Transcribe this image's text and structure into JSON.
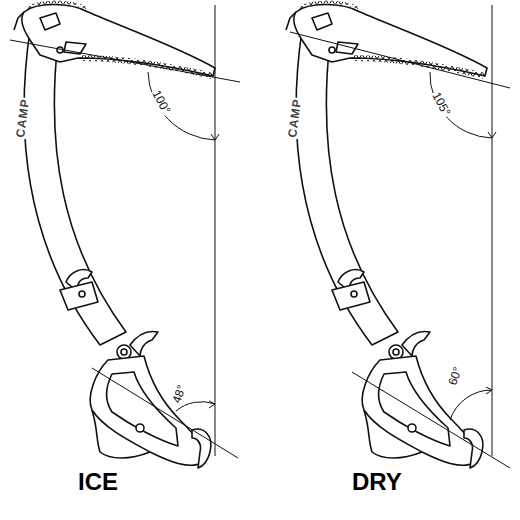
{
  "diagram": {
    "labels": [
      "CAMP",
      "100°",
      "48°",
      "ICE",
      "CAMP",
      "105°",
      "60°",
      "DRY"
    ]
  }
}
